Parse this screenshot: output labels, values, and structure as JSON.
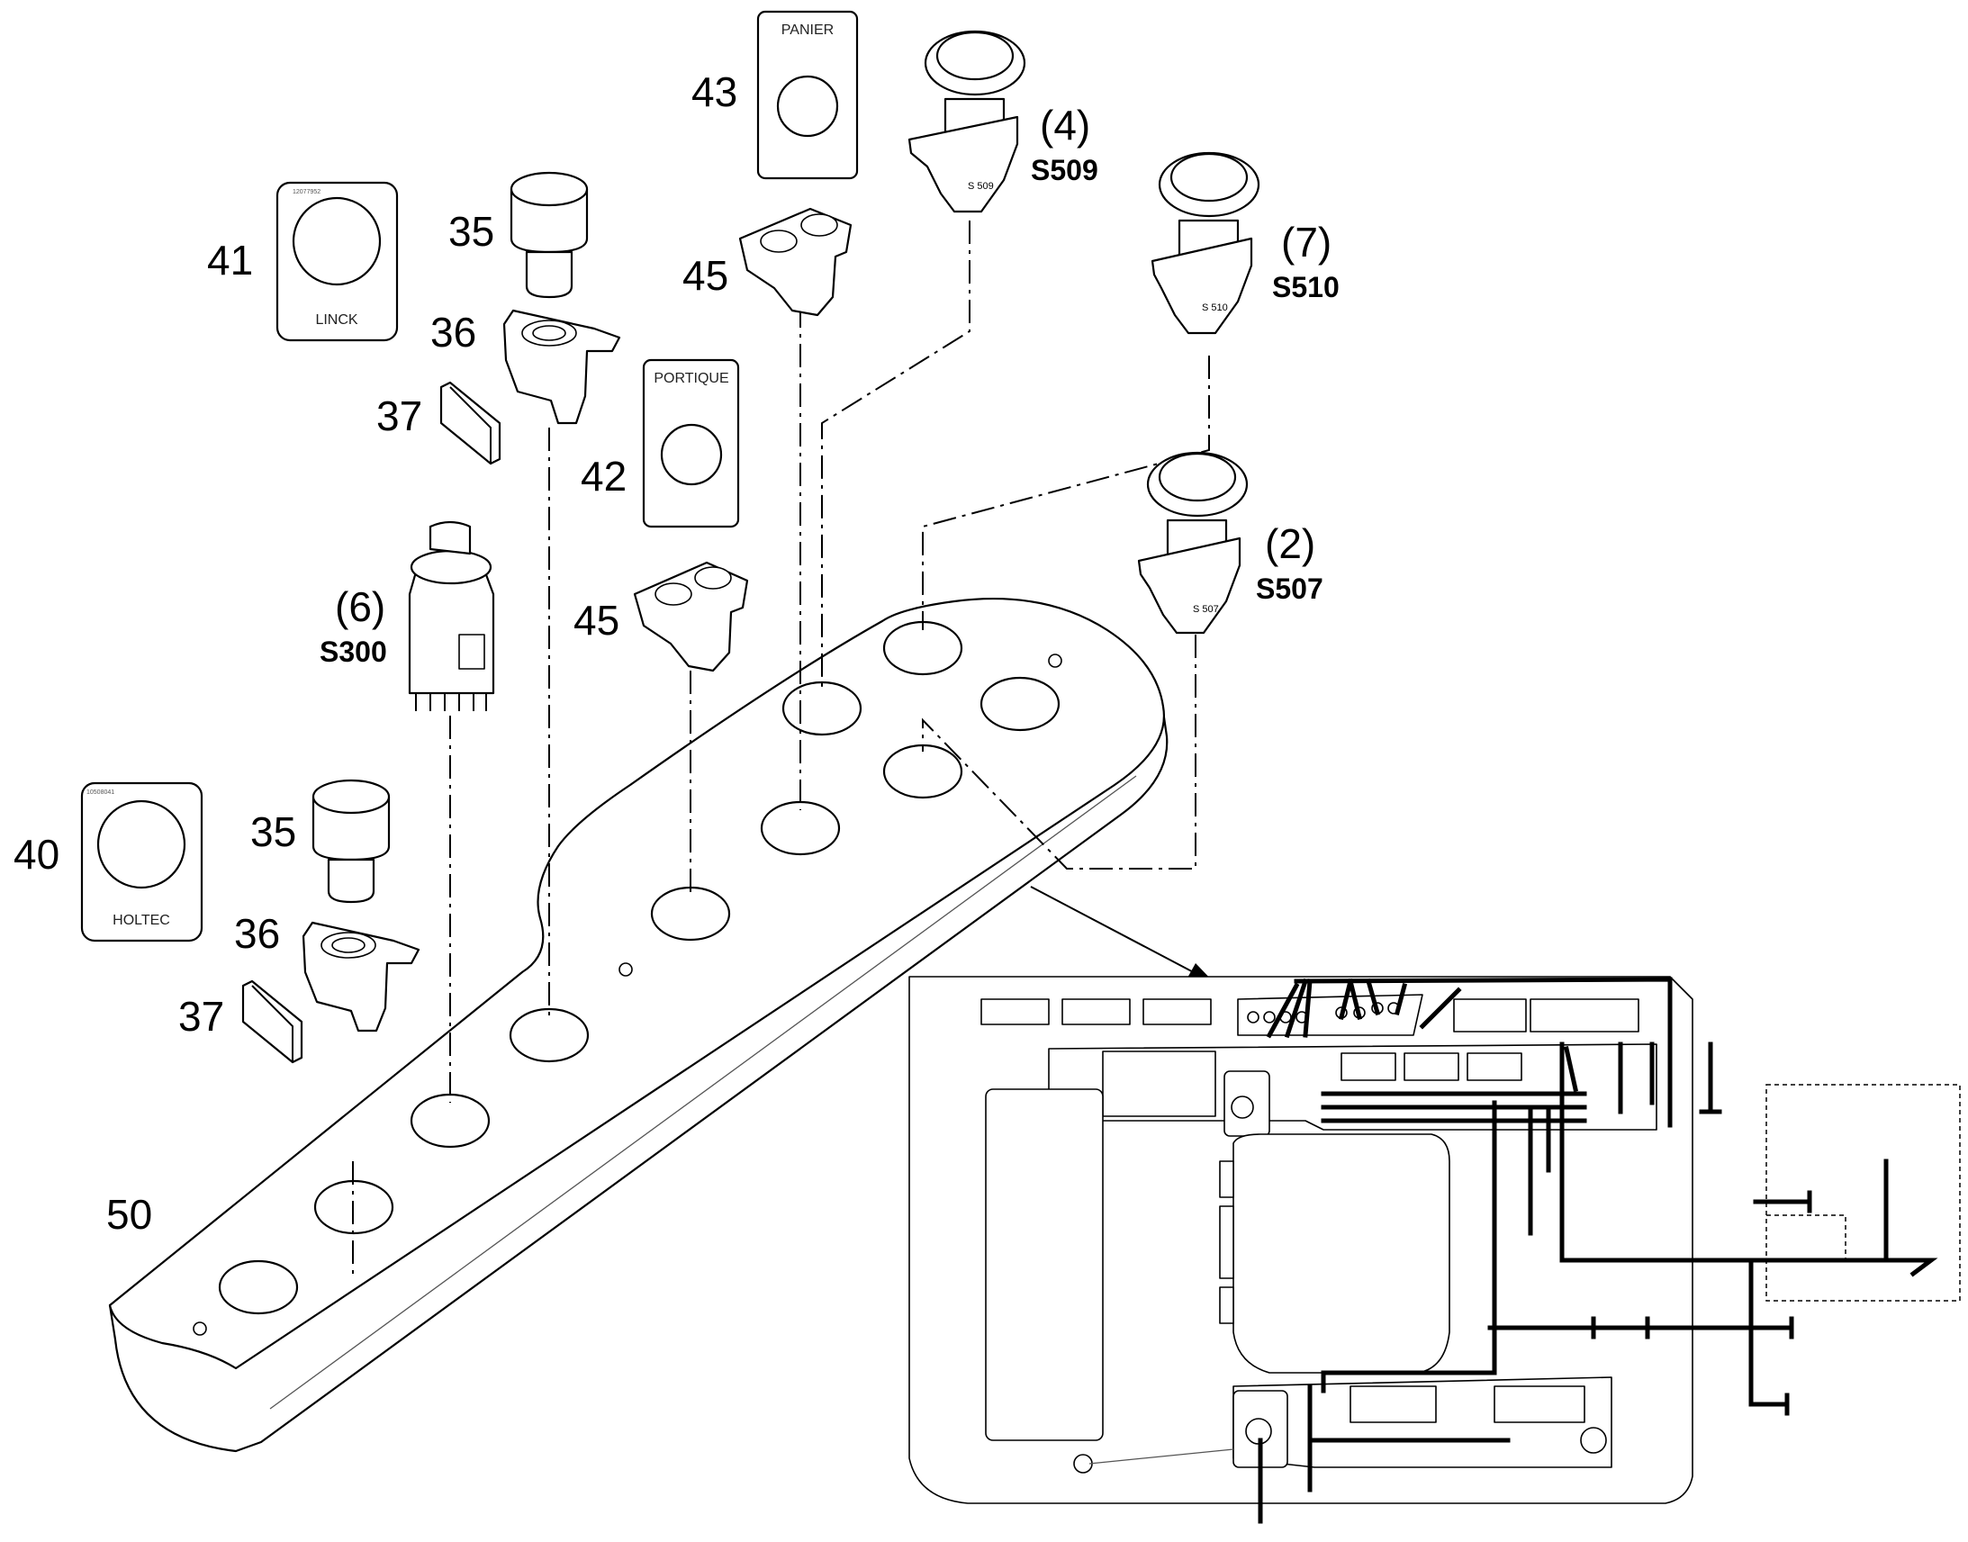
{
  "callouts": {
    "c40": "40",
    "c41": "41",
    "c42": "42",
    "c43": "43",
    "c45a": "45",
    "c45b": "45",
    "c35a": "35",
    "c35b": "35",
    "c36a": "36",
    "c36b": "36",
    "c37a": "37",
    "c37b": "37",
    "c50": "50",
    "c6": "(6)",
    "c4": "(4)",
    "c7": "(7)",
    "c2": "(2)"
  },
  "codes": {
    "s300": "S300",
    "s509": "S509",
    "s510": "S510",
    "s507": "S507"
  },
  "plates": {
    "linck": "LINCK",
    "holtec": "HOLTEC",
    "portique": "PORTIQUE",
    "panier": "PANIER"
  },
  "part_codes": {
    "s509": "S 509",
    "s510": "S 510",
    "s507": "S 507"
  }
}
